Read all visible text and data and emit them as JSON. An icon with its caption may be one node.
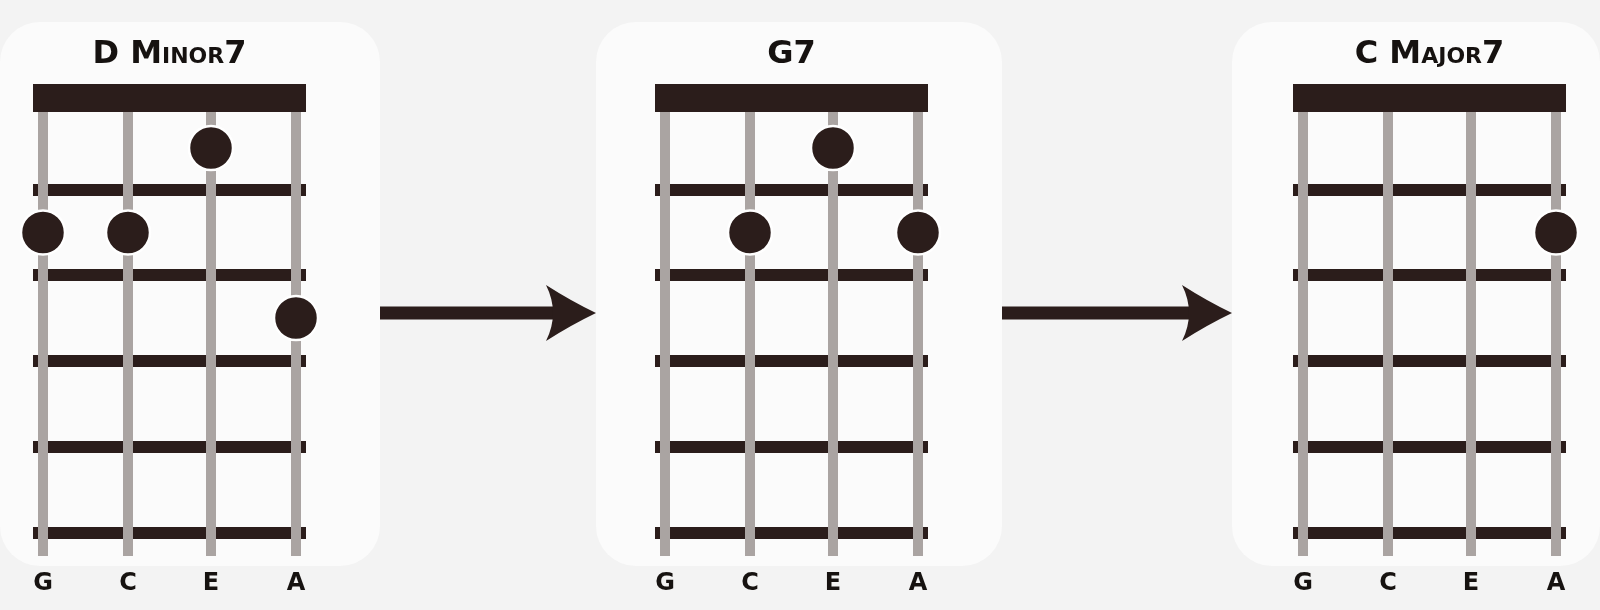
{
  "diagram": {
    "nodes": [
      {
        "text": [
          "D Minor7"
        ],
        "beside": [
          "G",
          "C",
          "E",
          "A"
        ]
      },
      {
        "text": [
          "G7"
        ],
        "beside": [
          "G",
          "C",
          "E",
          "A"
        ]
      },
      {
        "text": [
          "C Major7"
        ],
        "beside": [
          "G",
          "C",
          "E",
          "A"
        ]
      }
    ],
    "edges": [
      {
        "from": 0,
        "to": 1,
        "arrow": "to"
      },
      {
        "from": 1,
        "to": 2,
        "arrow": "to"
      }
    ]
  }
}
